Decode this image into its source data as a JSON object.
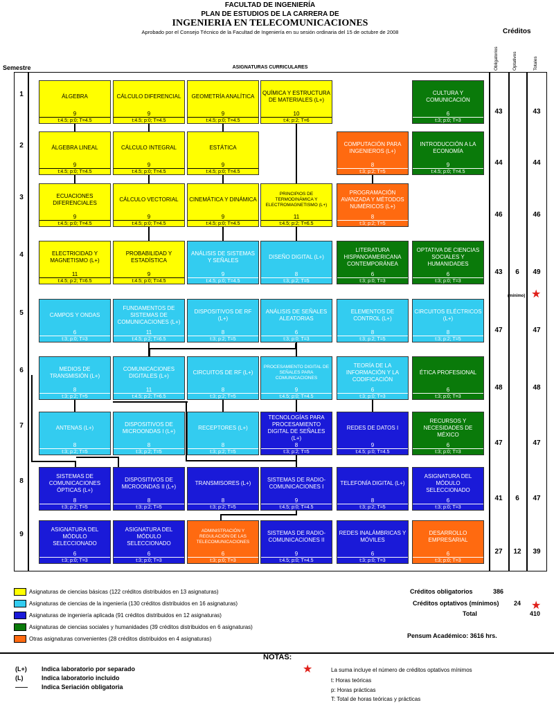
{
  "header": {
    "line1": "FACULTAD DE INGENIERÍA",
    "line2": "PLAN DE ESTUDIOS DE LA CARRERA DE",
    "line3": "INGENIERIA EN TELECOMUNICACIONES",
    "line4": "Aprobado por el Consejo Técnico de la Facultad de Ingeniería en su sesión ordinaria del 15 de octubre de 2008"
  },
  "columns": {
    "creditos": "Créditos",
    "obligatorios": "Obligatorios",
    "optativos": "Optativos",
    "totales": "Totales",
    "semestre": "Semestre",
    "asignaturas": "ASIGNATURAS CURRICULARES"
  },
  "semesters": [
    "1",
    "2",
    "3",
    "4",
    "5",
    "6",
    "7",
    "8",
    "9"
  ],
  "courses": [
    {
      "name": "ÁLGEBRA",
      "credits": "9",
      "hours": "t:4.5; p:0; T=4.5",
      "color": "yellow"
    },
    {
      "name": "CÁLCULO DIFERENCIAL",
      "credits": "9",
      "hours": "t:4.5; p:0; T=4.5",
      "color": "yellow"
    },
    {
      "name": "GEOMETRÍA ANALÍTICA",
      "credits": "9",
      "hours": "t:4.5; p:0; T=4.5",
      "color": "yellow"
    },
    {
      "name": "QUÍMICA Y ESTRUCTURA DE MATERIALES (L+)",
      "credits": "10",
      "hours": "t:4; p:2; T=6",
      "color": "yellow"
    },
    {
      "name": "CULTURA Y COMUNICACIÓN",
      "credits": "6",
      "hours": "t:3; p:0; T=3",
      "color": "green"
    },
    {
      "name": "ÁLGEBRA LINEAL",
      "credits": "9",
      "hours": "t:4.5; p:0; T=4.5",
      "color": "yellow"
    },
    {
      "name": "CÁLCULO INTEGRAL",
      "credits": "9",
      "hours": "t:4.5; p:0; T=4.5",
      "color": "yellow"
    },
    {
      "name": "ESTÁTICA",
      "credits": "9",
      "hours": "t:4.5; p:0; T=4.5",
      "color": "yellow"
    },
    {
      "name": "COMPUTACIÓN PARA INGENIEROS (L+)",
      "credits": "8",
      "hours": "t:3; p:2; T=5",
      "color": "orange"
    },
    {
      "name": "INTRODUCCIÓN A LA ECONOMÍA",
      "credits": "9",
      "hours": "t:4.5; p:0; T=4.5",
      "color": "green"
    },
    {
      "name": "ECUACIONES DIFERENCIALES",
      "credits": "9",
      "hours": "t:4.5; p:0; T=4.5",
      "color": "yellow"
    },
    {
      "name": "CÁLCULO VECTORIAL",
      "credits": "9",
      "hours": "t:4.5; p:0; T=4.5",
      "color": "yellow"
    },
    {
      "name": "CINEMÁTICA Y DINÁMICA",
      "credits": "9",
      "hours": "t:4.5; p:0; T=4.5",
      "color": "yellow"
    },
    {
      "name": "PRINCIPIOS DE TERMODINÁMICA Y ELECTROMAGNETISMO (L+)",
      "credits": "11",
      "hours": "t:4.5; p:2; T=6.5",
      "color": "yellow",
      "small": true
    },
    {
      "name": "PROGRAMACIÓN AVANZADA Y MÉTODOS NUMÉRICOS (L+)",
      "credits": "8",
      "hours": "t:3; p:2; T=5",
      "color": "orange"
    },
    {
      "name": "ELECTRICIDAD Y MAGNETISMO (L+)",
      "credits": "11",
      "hours": "t:4.5; p:2; T=6.5",
      "color": "yellow"
    },
    {
      "name": "PROBABILIDAD Y ESTADÍSTICA",
      "credits": "9",
      "hours": "t:4.5; p:0; T=4.5",
      "color": "yellow"
    },
    {
      "name": "ANÁLISIS DE SISTEMAS Y SEÑALES",
      "credits": "9",
      "hours": "t:4.5; p:0; T=4.5",
      "color": "cyan"
    },
    {
      "name": "DISEÑO DIGITAL (L+)",
      "credits": "8",
      "hours": "t:3; p:2; T=5",
      "color": "cyan"
    },
    {
      "name": "LITERATURA HISPANOAMERICANA CONTEMPORÁNEA",
      "credits": "6",
      "hours": "t:3; p:0; T=3",
      "color": "green"
    },
    {
      "name": "OPTATIVA DE CIENCIAS SOCIALES Y HUMANIDADES",
      "credits": "6",
      "hours": "t:3; p:0; T=3",
      "color": "green"
    },
    {
      "name": "CAMPOS Y ONDAS",
      "credits": "6",
      "hours": "t:3; p:0; T=3",
      "color": "cyan"
    },
    {
      "name": "FUNDAMENTOS DE SISTEMAS DE COMUNICACIONES (L+)",
      "credits": "11",
      "hours": "t:4.5; p:2; T=6.5",
      "color": "cyan"
    },
    {
      "name": "DISPOSITIVOS DE RF (L+)",
      "credits": "8",
      "hours": "t:3; p:2; T=5",
      "color": "cyan"
    },
    {
      "name": "ANÁLISIS DE SEÑALES ALEATORIAS",
      "credits": "6",
      "hours": "t:3; p:0; T=3",
      "color": "cyan"
    },
    {
      "name": "ELEMENTOS DE CONTROL (L+)",
      "credits": "8",
      "hours": "t:3; p:2; T=5",
      "color": "cyan"
    },
    {
      "name": "CIRCUITOS ELÉCTRICOS (L+)",
      "credits": "8",
      "hours": "t:3; p:2; T=5",
      "color": "cyan"
    },
    {
      "name": "MEDIOS DE TRANSMISIÓN (L+)",
      "credits": "8",
      "hours": "t:3; p:2; T=5",
      "color": "cyan"
    },
    {
      "name": "COMUNICACIONES DIGITALES (L+)",
      "credits": "11",
      "hours": "t:4.5; p:2; T=6.5",
      "color": "cyan"
    },
    {
      "name": "CIRCUITOS DE RF (L+)",
      "credits": "8",
      "hours": "t:3; p:2; T=5",
      "color": "cyan"
    },
    {
      "name": "PROCESAMIENTO DIGITAL DE SEÑALES PARA COMUNICACIONES",
      "credits": "9",
      "hours": "t:4.5; p:0; T=4.5",
      "color": "cyan",
      "small": true
    },
    {
      "name": "TEORÍA DE LA INFORMACIÓN Y LA CODIFICACIÓN",
      "credits": "6",
      "hours": "t:3; p:0; T=3",
      "color": "cyan"
    },
    {
      "name": "ÉTICA PROFESIONAL",
      "credits": "6",
      "hours": "t:3; p:0; T=3",
      "color": "green"
    },
    {
      "name": "ANTENAS (L+)",
      "credits": "8",
      "hours": "t:3; p:2; T=5",
      "color": "cyan"
    },
    {
      "name": "DISPOSITIVOS DE MICROONDAS I (L+)",
      "credits": "8",
      "hours": "t:3; p:2; T=5",
      "color": "cyan"
    },
    {
      "name": "RECEPTORES (L+)",
      "credits": "8",
      "hours": "t:3; p:2; T=5",
      "color": "cyan"
    },
    {
      "name": "TECNOLOGÍAS PARA PROCESAMIENTO DIGITAL DE SEÑALES (L+)",
      "credits": "8",
      "hours": "t:3; p:2; T=5",
      "color": "blue"
    },
    {
      "name": "REDES DE DATOS I",
      "credits": "9",
      "hours": "t:4.5; p:0; T=4.5",
      "color": "blue"
    },
    {
      "name": "RECURSOS Y NECESIDADES DE MÉXICO",
      "credits": "6",
      "hours": "t:3; p:0; T=3",
      "color": "green"
    },
    {
      "name": "SISTEMAS DE COMUNICACIONES ÓPTICAS (L+)",
      "credits": "8",
      "hours": "t:3; p:2; T=5",
      "color": "blue"
    },
    {
      "name": "DISPOSITIVOS DE MICROONDAS II (L+)",
      "credits": "8",
      "hours": "t:3; p:2; T=5",
      "color": "blue"
    },
    {
      "name": "TRANSMISORES (L+)",
      "credits": "8",
      "hours": "t:3; p:2; T=5",
      "color": "blue"
    },
    {
      "name": "SISTEMAS DE RADIO-COMUNICACIONES I",
      "credits": "9",
      "hours": "t:4.5; p:0; T=4.5",
      "color": "blue"
    },
    {
      "name": "TELEFONÍA DIGITAL (L+)",
      "credits": "8",
      "hours": "t:3; p:2; T=5",
      "color": "blue"
    },
    {
      "name": "ASIGNATURA DEL MÓDULO SELECCIONADO",
      "credits": "6",
      "hours": "t:3; p:0; T=3",
      "color": "blue"
    },
    {
      "name": "ASIGNATURA DEL MÓDULO SELECCIONADO",
      "credits": "6",
      "hours": "t:3; p:0; T=3",
      "color": "blue"
    },
    {
      "name": "ASIGNATURA DEL MÓDULO SELECCIONADO",
      "credits": "6",
      "hours": "t:3; p:0; T=3",
      "color": "blue"
    },
    {
      "name": "ADMINISTRACIÓN Y REGULACIÓN DE LAS TELECOMUNICACIONES",
      "credits": "6",
      "hours": "t:3; p:0; T=3",
      "color": "orange",
      "small": true
    },
    {
      "name": "SISTEMAS DE RADIO-COMUNICACIONES II",
      "credits": "9",
      "hours": "t:4.5; p:0; T=4.5",
      "color": "blue"
    },
    {
      "name": "REDES INALÁMBRICAS Y MÓVILES",
      "credits": "6",
      "hours": "t:3; p:0; T=3",
      "color": "blue"
    },
    {
      "name": "DESARROLLO EMPRESARIAL",
      "credits": "6",
      "hours": "t:3; p:0; T=3",
      "color": "orange"
    }
  ],
  "semester_credits": [
    {
      "oblig": "43",
      "opt": "",
      "total": "43"
    },
    {
      "oblig": "44",
      "opt": "",
      "total": "44"
    },
    {
      "oblig": "46",
      "opt": "",
      "total": "46"
    },
    {
      "oblig": "43",
      "opt": "6",
      "total": "49"
    },
    {
      "oblig": "47",
      "opt": "",
      "total": "47"
    },
    {
      "oblig": "48",
      "opt": "",
      "total": "48"
    },
    {
      "oblig": "47",
      "opt": "",
      "total": "47"
    },
    {
      "oblig": "41",
      "opt": "6",
      "total": "47"
    },
    {
      "oblig": "27",
      "opt": "12",
      "total": "39"
    }
  ],
  "minimo_label": "(mínimo)",
  "legend": [
    {
      "color": "#ffff00",
      "text": "Asignaturas de ciencias básicas (122 créditos distribuidos en 13 asignaturas)"
    },
    {
      "color": "#33ccf0",
      "text": "Asignaturas de ciencias de la ingeniería (130 créditos distribuidos en 16 asignaturas)"
    },
    {
      "color": "#1a1ad8",
      "text": "Asignaturas de ingeniería aplicada (91 créditos distribuidos en 12 asignaturas)"
    },
    {
      "color": "#0a7a0a",
      "text": "Asignaturas de ciencias sociales y humanidades (39 créditos distribuidos en 6 asignaturas)"
    },
    {
      "color": "#ff6a10",
      "text": "Otras asignaturas convenientes (28 créditos distribuidos en 4 asignaturas)"
    }
  ],
  "summary": {
    "oblig_label": "Créditos obligatorios",
    "oblig_value": "386",
    "opt_label": "Créditos optativos (mínimos)",
    "opt_value": "24",
    "total_label": "Total",
    "total_value": "410",
    "pensum": "Pensum Académico: 3616 hrs."
  },
  "notes": {
    "title": "NOTAS:",
    "items": [
      {
        "key": "(L+)",
        "text": "Indica laboratorio por separado"
      },
      {
        "key": "(L)",
        "text": "Indica laboratorio incluido"
      },
      {
        "key": "——",
        "text": "Indica Seriación obligatoria"
      }
    ],
    "right": [
      "La suma incluye el número de créditos optativos mínimos",
      "t: Horas teóricas",
      "p: Horas prácticas",
      "T: Total de horas teóricas y prácticas"
    ]
  },
  "colors": {
    "yellow": "#ffff00",
    "cyan": "#33ccf0",
    "blue": "#1a1ad8",
    "green": "#0a7a0a",
    "orange": "#ff6a10",
    "star": "#e0201a"
  }
}
